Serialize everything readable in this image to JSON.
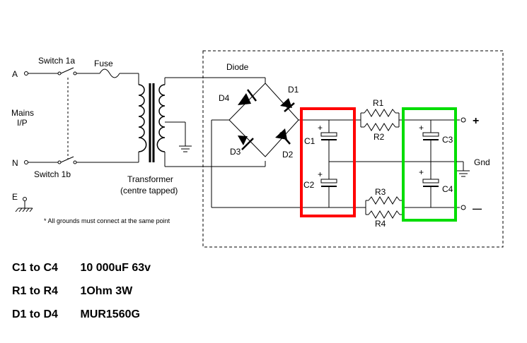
{
  "labels": {
    "a": "A",
    "n": "N",
    "e": "E",
    "mains": "Mains",
    "ip": "I/P",
    "switch1a": "Switch 1a",
    "switch1b": "Switch 1b",
    "fuse": "Fuse",
    "transformer": "Transformer",
    "centre_tapped": "(centre tapped)",
    "ground_note": "* All grounds must connect at the same point",
    "diode": "Diode",
    "d1": "D1",
    "d2": "D2",
    "d3": "D3",
    "d4": "D4",
    "c1": "C1",
    "c2": "C2",
    "c3": "C3",
    "c4": "C4",
    "r1": "R1",
    "r2": "R2",
    "r3": "R3",
    "r4": "R4",
    "plus_out": "+",
    "minus_out": "—",
    "gnd": "Gnd"
  },
  "specs": [
    {
      "parts": "C1 to C4",
      "value": "10 000uF 63v"
    },
    {
      "parts": "R1 to R4",
      "value": "1Ohm 3W"
    },
    {
      "parts": "D1 to D4",
      "value": "MUR1560G"
    }
  ],
  "colors": {
    "highlight_first_stage": "#ff0000",
    "highlight_second_stage": "#00dd00"
  }
}
